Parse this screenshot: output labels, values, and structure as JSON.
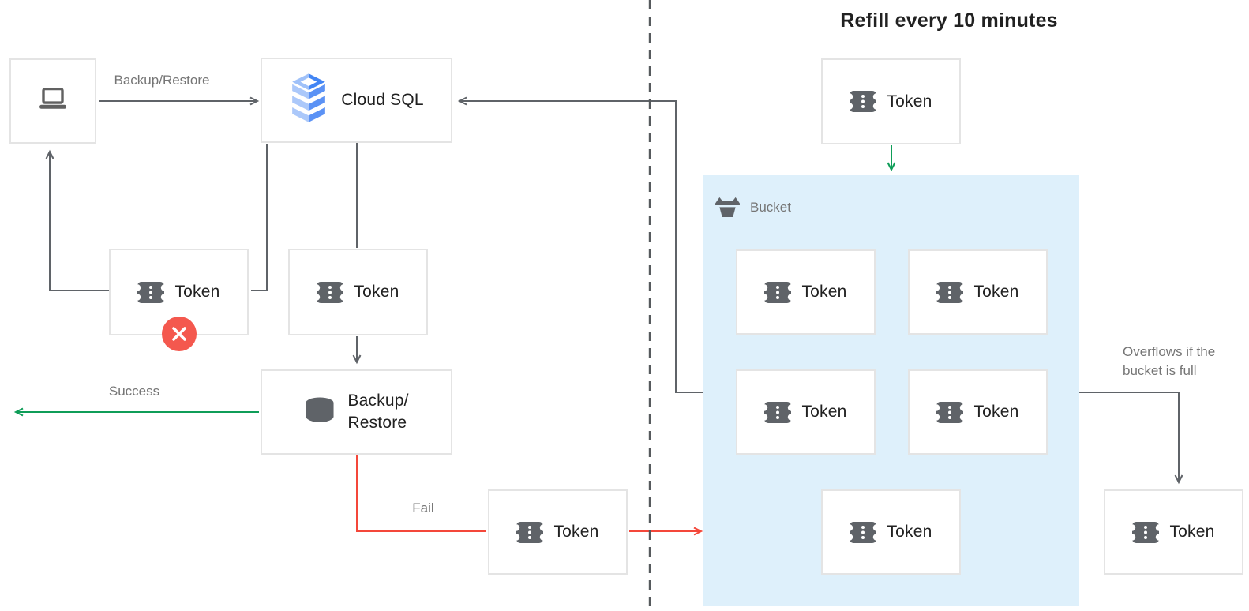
{
  "diagram_title": "Refill every 10 minutes",
  "nodes": {
    "client": {
      "icon": "laptop-icon"
    },
    "cloud_sql": {
      "label": "Cloud SQL",
      "icon": "cloud-sql-icon"
    },
    "token": {
      "label": "Token",
      "icon": "token-icon"
    },
    "backup_restore": {
      "line1": "Backup/",
      "line2": "Restore",
      "icon": "database-icon"
    },
    "bucket": {
      "label": "Bucket",
      "icon": "bucket-icon",
      "tokens_inside": 5
    }
  },
  "edge_labels": {
    "backup_restore": "Backup/Restore",
    "success": "Success",
    "fail": "Fail",
    "overflow_line1": "Overflows if the",
    "overflow_line2": "bucket is full"
  },
  "badges": {
    "failed_token": "error-x-icon"
  },
  "colors": {
    "arrow_gray": "#5f6368",
    "success_green": "#0f9d58",
    "fail_red": "#f4473a",
    "badge_red": "#f4584e",
    "bucket_bg": "#def0fb",
    "box_border": "#e4e4e4",
    "label_gray": "#757575",
    "text_dark": "#212121",
    "icon_gray": "#5f6368",
    "cloud_sql_blue": "#4285f4"
  }
}
